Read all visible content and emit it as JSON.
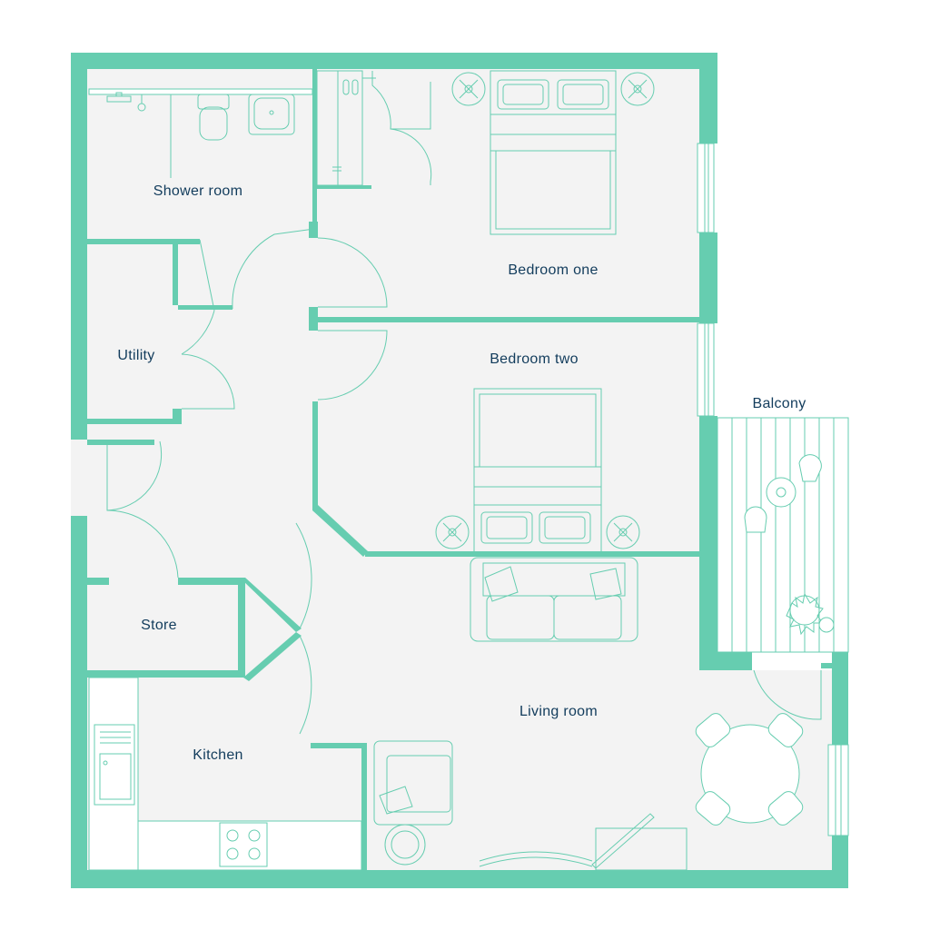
{
  "colors": {
    "wall": "#66cdb0",
    "floor": "#f3f3f3",
    "label": "#123c5c",
    "furniture": "#66cdb0",
    "background": "#ffffff"
  },
  "rooms": {
    "shower_room": "Shower room",
    "bedroom_one": "Bedroom one",
    "utility": "Utility",
    "bedroom_two": "Bedroom two",
    "balcony": "Balcony",
    "store": "Store",
    "living_room": "Living room",
    "kitchen": "Kitchen"
  },
  "icons": [
    "double-bed-icon",
    "sofa-icon",
    "armchair-icon",
    "dining-table-icon",
    "toilet-icon",
    "basin-icon",
    "sink-icon",
    "hob-icon",
    "door-swing-icon",
    "window-icon",
    "plant-icon",
    "bedside-lamp-icon",
    "tv-unit-icon"
  ]
}
